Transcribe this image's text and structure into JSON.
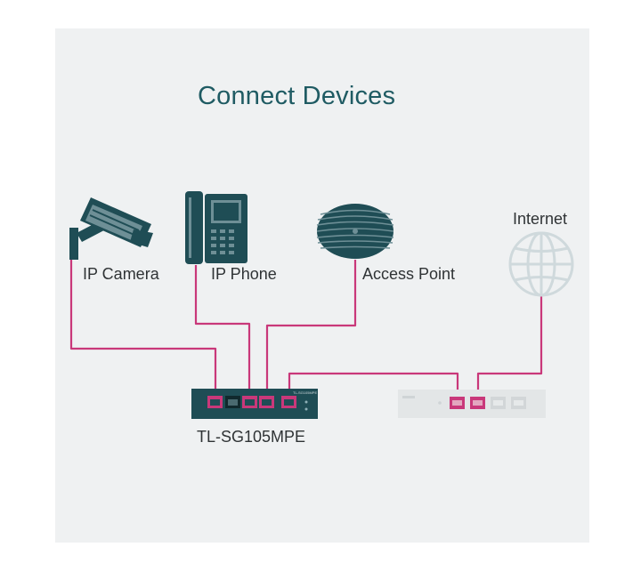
{
  "title": "Connect Devices",
  "devices": {
    "camera": "IP Camera",
    "phone": "IP Phone",
    "access_point": "Access Point",
    "internet": "Internet"
  },
  "switch": {
    "model": "TL-SG105MPE",
    "front_mark": "TL-SG105MPE"
  },
  "colors": {
    "background": "#eff1f2",
    "device": "#1f4d55",
    "cable": "#b81e58",
    "title": "#1f5b63",
    "globe": "#cfd9dc",
    "router": "#e3e6e7"
  }
}
